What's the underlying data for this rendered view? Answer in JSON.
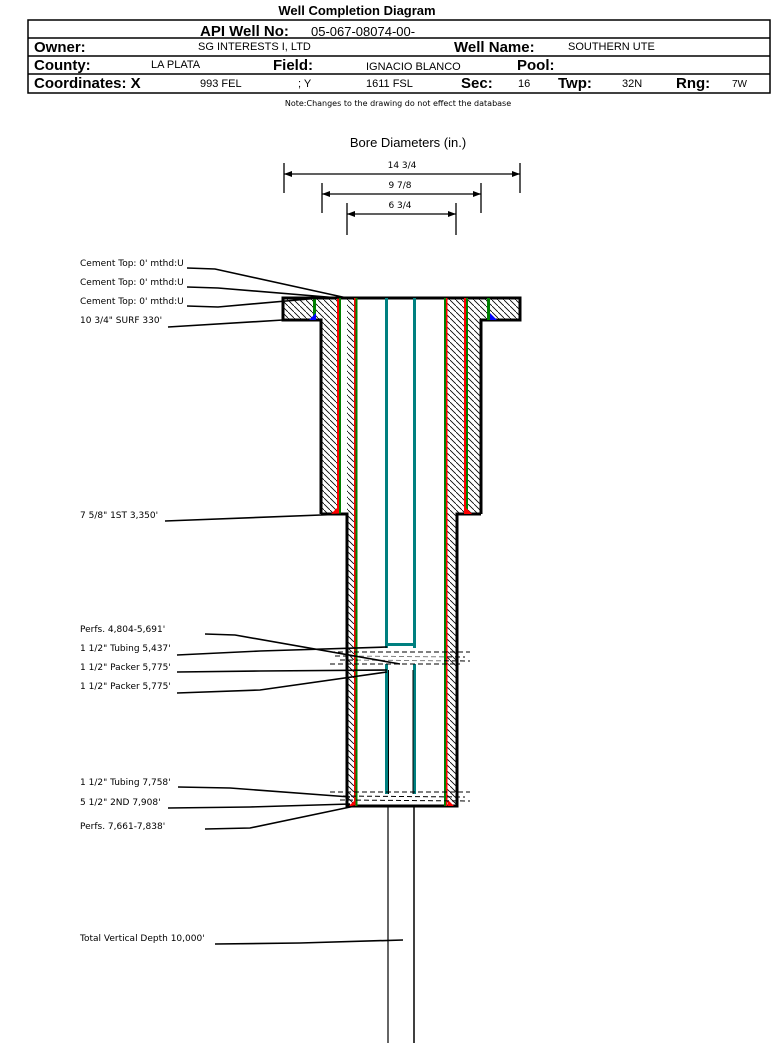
{
  "title": "Well Completion Diagram",
  "header": {
    "api_label": "API Well No:",
    "api_value": "05-067-08074-00-",
    "owner_label": "Owner:",
    "owner_value": "SG INTERESTS I, LTD",
    "well_name_label": "Well Name:",
    "well_name_value": "SOUTHERN UTE",
    "county_label": "County:",
    "county_value": "LA PLATA",
    "field_label": "Field:",
    "field_value": "IGNACIO BLANCO",
    "pool_label": "Pool:",
    "pool_value": "",
    "coords_label": "Coordinates: X",
    "x_value": "993 FEL",
    "y_value": "; Y",
    "y_coord": "1611 FSL",
    "sec_label": "Sec:",
    "sec_value": "16",
    "twp_label": "Twp:",
    "twp_value": "32N",
    "rng_label": "Rng:",
    "rng_value": "7W"
  },
  "note": "Note:Changes to the drawing do not effect the database",
  "bore": {
    "title": "Bore Diameters (in.)",
    "d1": "14 3/4",
    "d2": "9 7/8",
    "d3": "6 3/4"
  },
  "labels": [
    "Cement Top: 0' mthd:U",
    "Cement Top: 0' mthd:U",
    "Cement Top: 0' mthd:U",
    "10 3/4\" SURF 330'",
    "7 5/8\" 1ST 3,350'",
    "Perfs. 4,804-5,691'",
    "1 1/2\" Tubing 5,437'",
    "1 1/2\" Packer 5,775'",
    "1 1/2\" Packer 5,775'",
    "1 1/2\" Tubing 7,758'",
    "5 1/2\" 2ND 7,908'",
    "Perfs. 7,661-7,838'",
    "Total Vertical Depth 10,000'"
  ],
  "colors": {
    "cement_red": "#ff0000",
    "casing_green": "#008000",
    "tubing_teal": "#008080",
    "plug_blue": "#0000ff"
  }
}
